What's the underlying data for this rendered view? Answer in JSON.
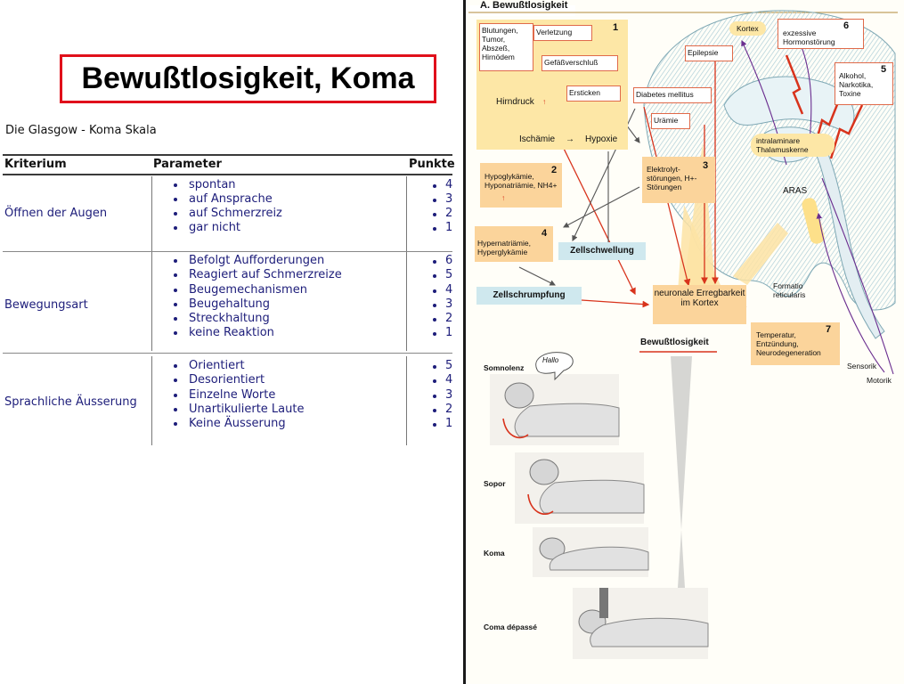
{
  "slide": {
    "title": "Bewußtlosigkeit, Koma",
    "title_border_color": "#e0101b"
  },
  "gcs": {
    "heading": "Die Glasgow - Koma Skala",
    "columns": [
      "Kriterium",
      "Parameter",
      "Punkte"
    ],
    "groups": [
      {
        "criterion": "Öffnen der Augen",
        "items": [
          {
            "parameter": "spontan",
            "points": "4"
          },
          {
            "parameter": "auf Ansprache",
            "points": "3"
          },
          {
            "parameter": "auf Schmerzreiz",
            "points": "2"
          },
          {
            "parameter": "gar nicht",
            "points": "1"
          }
        ]
      },
      {
        "criterion": "Bewegungsart",
        "items": [
          {
            "parameter": "Befolgt Aufforderungen",
            "points": "6"
          },
          {
            "parameter": "Reagiert auf Schmerzreize",
            "points": "5"
          },
          {
            "parameter": "Beugemechanismen",
            "points": "4"
          },
          {
            "parameter": "Beugehaltung",
            "points": "3"
          },
          {
            "parameter": "Streckhaltung",
            "points": "2"
          },
          {
            "parameter": "keine Reaktion",
            "points": "1"
          }
        ]
      },
      {
        "criterion": "Sprachliche Äusserung",
        "items": [
          {
            "parameter": "Orientiert",
            "points": "5"
          },
          {
            "parameter": "Desorientiert",
            "points": "4"
          },
          {
            "parameter": "Einzelne Worte",
            "points": "3"
          },
          {
            "parameter": "Unartikulierte Laute",
            "points": "2"
          },
          {
            "parameter": "Keine Äusserung",
            "points": "1"
          }
        ]
      }
    ]
  },
  "diagram": {
    "header": "A. Bewußtlosigkeit",
    "box1": {
      "num": "1",
      "causes": "Blutungen, Tumor, Abszeß, Hirnödem",
      "injury": "Verletzung",
      "vascular": "Gefäßverschluß",
      "suffocation": "Ersticken",
      "pressure": "Hirndruck",
      "ischemia": "Ischämie",
      "hypoxia": "Hypoxie"
    },
    "box2": {
      "num": "2",
      "text": "Hypoglykämie, Hyponatriämie, NH4+"
    },
    "box3": {
      "num": "3",
      "diabetes": "Diabetes mellitus",
      "uremia": "Urämie",
      "text": "Elektrolyt-störungen, H+-Störungen"
    },
    "box4": {
      "num": "4",
      "text": "Hypernatriämie, Hyperglykämie"
    },
    "epilepsy": "Epilepsie",
    "cortex": "Kortex",
    "box6": {
      "num": "6",
      "text": "exzessive Hormonstörung"
    },
    "box5": {
      "num": "5",
      "text": "Alkohol, Narkotika, Toxine"
    },
    "thalamus": "intralaminare Thalamuskerne",
    "aras": "ARAS",
    "formatio": "Formatio reticularis",
    "swelling": "Zellschwellung",
    "shrinking": "Zellschrumpfung",
    "neuronal": "neuronale Erregbarkeit im Kortex",
    "box7": {
      "num": "7",
      "text": "Temperatur, Entzündung, Neurodegeneration"
    },
    "sensorik": "Sensorik",
    "motorik": "Motorik",
    "stages_title": "Bewußtlosigkeit",
    "speech_bubble": "Hallo",
    "stages": [
      "Somnolenz",
      "Sopor",
      "Koma",
      "Coma dépassé"
    ]
  }
}
